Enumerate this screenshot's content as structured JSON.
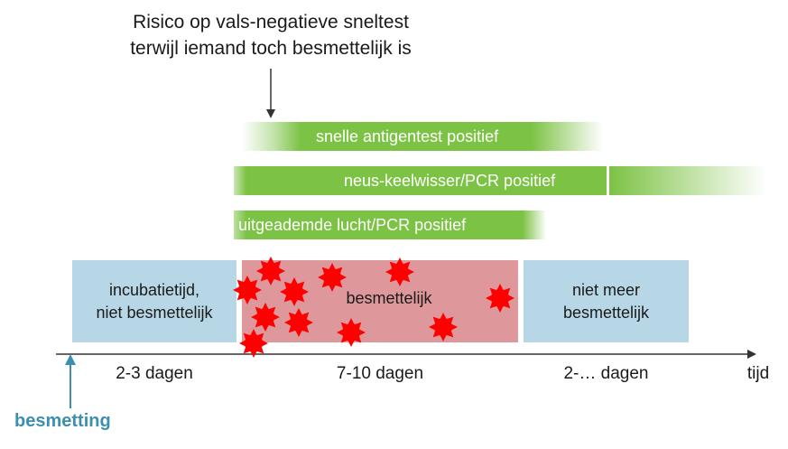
{
  "title": {
    "line1": "Risico op vals-negatieve sneltest",
    "line2": "terwijl iemand toch besmettelijk is"
  },
  "bars": {
    "antigen": "snelle antigentest positief",
    "pcr_swab": "neus-keelwisser/PCR positief",
    "breath": "uitgeademde lucht/PCR positief"
  },
  "phases": {
    "incubation_line1": "incubatietijd,",
    "incubation_line2": "niet besmettelijk",
    "infectious": "besmettelijk",
    "not_infectious_line1": "niet meer",
    "not_infectious_line2": "besmettelijk"
  },
  "durations": {
    "incubation": "2-3 dagen",
    "infectious": "7-10 dagen",
    "after": "2-… dagen"
  },
  "axis_label": "tijd",
  "infection_label": "besmetting",
  "colors": {
    "green": "#7cc244",
    "blue_box": "#b8d7e6",
    "red_box": "#de979b",
    "virus": "#ff0000",
    "infection_arrow": "#3c8fb0"
  }
}
